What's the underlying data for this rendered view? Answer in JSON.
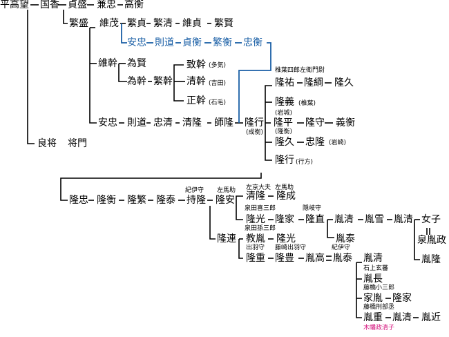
{
  "nodes": [
    {
      "id": "heitakamochi",
      "text": "平高望"
    },
    {
      "id": "kunika",
      "text": "国香"
    },
    {
      "id": "sadamori",
      "text": "貞盛"
    },
    {
      "id": "kanetada",
      "text": "兼忠"
    },
    {
      "id": "takahira",
      "text": "高衡"
    },
    {
      "id": "shigemori",
      "text": "繁盛"
    },
    {
      "id": "koreshige",
      "text": "維茂"
    },
    {
      "id": "shigesada",
      "text": "繁貞"
    },
    {
      "id": "shigekiyo",
      "text": "繁清"
    },
    {
      "id": "koresada",
      "text": "維貞"
    },
    {
      "id": "shigekata",
      "text": "繁賢"
    },
    {
      "id": "yasutada_b",
      "text": "安忠",
      "line": "blue"
    },
    {
      "id": "norimichi_b",
      "text": "則道",
      "line": "blue"
    },
    {
      "id": "sadahira_b",
      "text": "貞衡",
      "line": "blue"
    },
    {
      "id": "shigehira_b",
      "text": "繁衡",
      "line": "blue"
    },
    {
      "id": "tadahira_b",
      "text": "忠衡",
      "line": "blue"
    },
    {
      "id": "koremoto",
      "text": "維幹"
    },
    {
      "id": "tamekata",
      "text": "為賢"
    },
    {
      "id": "tamemoto",
      "text": "為幹"
    },
    {
      "id": "shigemoto",
      "text": "繁幹"
    },
    {
      "id": "munemoto",
      "text": "致幹"
    },
    {
      "id": "kiyomoto",
      "text": "清幹"
    },
    {
      "id": "masamoto",
      "text": "正幹"
    },
    {
      "id": "yasutada",
      "text": "安忠"
    },
    {
      "id": "norimichi",
      "text": "則道"
    },
    {
      "id": "tadakiyo",
      "text": "忠清"
    },
    {
      "id": "kiyotaka",
      "text": "清隆"
    },
    {
      "id": "morotaka",
      "text": "師隆"
    },
    {
      "id": "takayuki",
      "text": "隆行"
    },
    {
      "id": "takasuke",
      "text": "隆祐"
    },
    {
      "id": "takatsuna",
      "text": "隆綱"
    },
    {
      "id": "takahisa",
      "text": "隆久"
    },
    {
      "id": "takayoshi",
      "text": "隆義"
    },
    {
      "id": "takahira2",
      "text": "隆平"
    },
    {
      "id": "takamori",
      "text": "隆守"
    },
    {
      "id": "yoshihira",
      "text": "義衡"
    },
    {
      "id": "takahisa2",
      "text": "隆久"
    },
    {
      "id": "tadataka",
      "text": "忠隆"
    },
    {
      "id": "takayuki2",
      "text": "隆行"
    },
    {
      "id": "yoshimochi",
      "text": "良将"
    },
    {
      "id": "masakado",
      "text": "将門"
    },
    {
      "id": "takatada",
      "text": "隆忠"
    },
    {
      "id": "takahira3",
      "text": "隆衡"
    },
    {
      "id": "takashige",
      "text": "隆繁"
    },
    {
      "id": "takayasu",
      "text": "隆泰"
    },
    {
      "id": "mochitaka",
      "text": "持隆"
    },
    {
      "id": "takayasu2",
      "text": "隆安"
    },
    {
      "id": "kiyotaka2",
      "text": "清隆"
    },
    {
      "id": "takanari",
      "text": "隆成"
    },
    {
      "id": "takamitsu",
      "text": "隆光"
    },
    {
      "id": "takaie",
      "text": "隆家"
    },
    {
      "id": "takanao",
      "text": "隆直"
    },
    {
      "id": "tanekiyo",
      "text": "胤清"
    },
    {
      "id": "taneyuki",
      "text": "胤雪"
    },
    {
      "id": "tanekiyo2",
      "text": "胤清"
    },
    {
      "id": "onnako",
      "text": "女子"
    },
    {
      "id": "izumi_tanemasa",
      "text": "泉胤政"
    },
    {
      "id": "tanetaka",
      "text": "胤隆"
    },
    {
      "id": "taneyasu",
      "text": "胤泰"
    },
    {
      "id": "takatsura",
      "text": "隆連"
    },
    {
      "id": "noritane",
      "text": "教胤"
    },
    {
      "id": "takamitsu2",
      "text": "隆光"
    },
    {
      "id": "takashige2",
      "text": "隆重"
    },
    {
      "id": "takatoyo",
      "text": "隆豊"
    },
    {
      "id": "tanetaka2",
      "text": "胤高"
    },
    {
      "id": "taneyasu2",
      "text": "胤泰"
    },
    {
      "id": "tanekiyo3",
      "text": "胤清"
    },
    {
      "id": "tanenaga",
      "text": "胤長"
    },
    {
      "id": "ietane",
      "text": "家胤"
    },
    {
      "id": "takaie2",
      "text": "隆家"
    },
    {
      "id": "tanishige",
      "text": "胤重"
    },
    {
      "id": "tanekiyo4",
      "text": "胤清"
    },
    {
      "id": "tanechika",
      "text": "胤近"
    }
  ],
  "notes": [
    {
      "id": "n_taki",
      "text": "(多気)"
    },
    {
      "id": "n_yoshida",
      "text": "(吉田)"
    },
    {
      "id": "n_ishige",
      "text": "(石毛)"
    },
    {
      "id": "n_shiiba",
      "text": "椎葉四郎左衛門尉"
    },
    {
      "id": "n_shiiba2",
      "text": "(椎葉)"
    },
    {
      "id": "n_iwaki",
      "text": "(岩城)"
    },
    {
      "id": "n_takahira_paren",
      "text": "(隆衡)"
    },
    {
      "id": "n_seiei",
      "text": "(成衡)"
    },
    {
      "id": "n_iwasaki",
      "text": "(岩崎)"
    },
    {
      "id": "n_yukikata",
      "text": "(行方)"
    },
    {
      "id": "n_kiinokami",
      "text": "紀伊守"
    },
    {
      "id": "n_samanosuke",
      "text": "左馬助"
    },
    {
      "id": "n_sakyodaibu",
      "text": "左京大夫"
    },
    {
      "id": "n_samanosuke2",
      "text": "左馬助"
    },
    {
      "id": "n_izumida3",
      "text": "泉田喜三郎"
    },
    {
      "id": "n_okinokami",
      "text": "隠岐守"
    },
    {
      "id": "n_izumidamago",
      "text": "泉田孫三郎"
    },
    {
      "id": "n_dewanokami",
      "text": "出羽守"
    },
    {
      "id": "n_fujisaki",
      "text": "藤崎出羽守"
    },
    {
      "id": "n_kiinokami2",
      "text": "紀伊守"
    },
    {
      "id": "n_ishigami",
      "text": "石上玄蕃"
    },
    {
      "id": "n_fujihashi",
      "text": "藤橋小三郎"
    },
    {
      "id": "n_fujihashi2",
      "text": "藤橋刑部丞"
    },
    {
      "id": "n_kibata",
      "text": "木幡政清子"
    }
  ],
  "colors": {
    "line": "#000000",
    "blue_line": "#1a5fa6",
    "magenta": "#d4147e"
  }
}
